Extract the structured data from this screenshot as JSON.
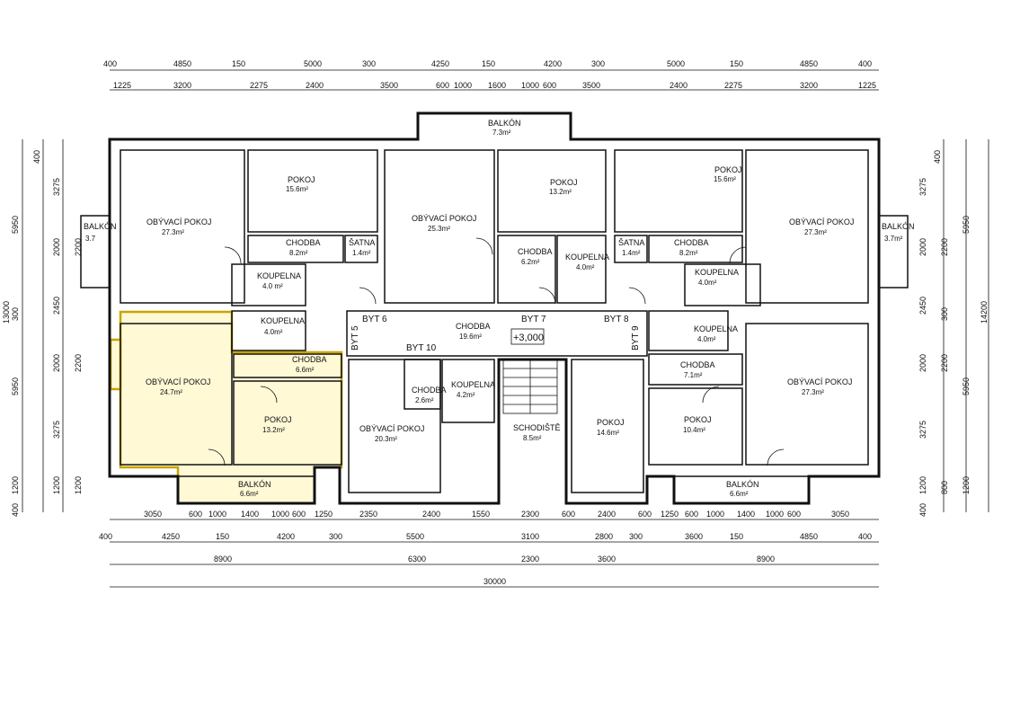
{
  "dims": {
    "top1": [
      "400",
      "4850",
      "150",
      "5000",
      "300",
      "4250",
      "150",
      "4200",
      "300",
      "5000",
      "150",
      "4850",
      "400"
    ],
    "top2": [
      "1225",
      "3200",
      "2275",
      "2400",
      "3500",
      "600",
      "1000",
      "1600",
      "1000",
      "600",
      "3500",
      "2400",
      "2275",
      "3200",
      "1225"
    ],
    "bot1": [
      "3050",
      "600",
      "1000",
      "1400",
      "1000",
      "600",
      "1250",
      "2350",
      "2400",
      "1550",
      "2300",
      "600",
      "2400",
      "600",
      "1250",
      "600",
      "1000",
      "1400",
      "1000",
      "600",
      "3050"
    ],
    "bot2": [
      "400",
      "4250",
      "150",
      "4200",
      "300",
      "5500",
      "3100",
      "2800",
      "300",
      "3600",
      "150",
      "4850",
      "400"
    ],
    "bot3": [
      "8900",
      "6300",
      "2300",
      "3600",
      "8900"
    ],
    "bot4": "30000",
    "left1": [
      "5950",
      "300",
      "5950",
      "1200",
      "400"
    ],
    "left2": [
      "400",
      "3275",
      "2000",
      "2450",
      "2000",
      "3275",
      "1200"
    ],
    "left3": [
      "2200",
      "2200",
      "1200"
    ],
    "left_total": "13000",
    "right1": [
      "400",
      "3275",
      "2000",
      "2450",
      "2000",
      "3275",
      "1200",
      "400"
    ],
    "right2": [
      "2200",
      "300",
      "2200",
      "800"
    ],
    "right3": [
      "5950",
      "5950",
      "1200"
    ],
    "right_total": "14200"
  },
  "rooms": [
    {
      "name": "BALKÓN",
      "area": "7.3m²"
    },
    {
      "name": "POKOJ",
      "area": "15.6m²"
    },
    {
      "name": "OBÝVACÍ POKOJ",
      "area": "27.3m²"
    },
    {
      "name": "OBÝVACÍ POKOJ",
      "area": "25.3m²"
    },
    {
      "name": "POKOJ",
      "area": "13.2m²"
    },
    {
      "name": "POKOJ",
      "area": "15.6m²"
    },
    {
      "name": "OBÝVACÍ POKOJ",
      "area": "27.3m²"
    },
    {
      "name": "BALKÓN",
      "area": "3.7"
    },
    {
      "name": "BALKÓN",
      "area": "3.7m²"
    },
    {
      "name": "CHODBA",
      "area": "8.2m²"
    },
    {
      "name": "ŠATNA",
      "area": "1.4m²"
    },
    {
      "name": "CHODBA",
      "area": "6.2m²"
    },
    {
      "name": "KOUPELNA",
      "area": "4.0m²"
    },
    {
      "name": "ŠATNA",
      "area": "1.4m²"
    },
    {
      "name": "CHODBA",
      "area": "8.2m²"
    },
    {
      "name": "KOUPELNA",
      "area": "4.0 m²"
    },
    {
      "name": "KOUPELNA",
      "area": "4.0m²"
    },
    {
      "name": "KOUPELNA",
      "area": "4.0m²"
    },
    {
      "name": "CHODBA",
      "area": "19.6m²"
    },
    {
      "name": "KOUPELNA",
      "area": "4.0m²"
    },
    {
      "name": "CHODBA",
      "area": "6.6m²"
    },
    {
      "name": "CHODBA",
      "area": "7.1m²"
    },
    {
      "name": "OBÝVACÍ POKOJ",
      "area": "24.7m²"
    },
    {
      "name": "CHODBA",
      "area": "2.6m²"
    },
    {
      "name": "KOUPELNA",
      "area": "4.2m²"
    },
    {
      "name": "OBÝVACÍ POKOJ",
      "area": "27.3m²"
    },
    {
      "name": "POKOJ",
      "area": "13.2m²"
    },
    {
      "name": "OBÝVACÍ POKOJ",
      "area": "20.3m²"
    },
    {
      "name": "SCHODIŠTĚ",
      "area": "8.5m²"
    },
    {
      "name": "POKOJ",
      "area": "14.6m²"
    },
    {
      "name": "POKOJ",
      "area": "10.4m²"
    },
    {
      "name": "BALKÓN",
      "area": "6.6m²"
    },
    {
      "name": "BALKÓN",
      "area": "6.6m²"
    }
  ],
  "units": [
    "BYT 6",
    "BYT 7",
    "BYT 8",
    "BYT 5",
    "BYT 9",
    "BYT 10"
  ],
  "level": "+3,000",
  "highlight_color": "#c8a400"
}
